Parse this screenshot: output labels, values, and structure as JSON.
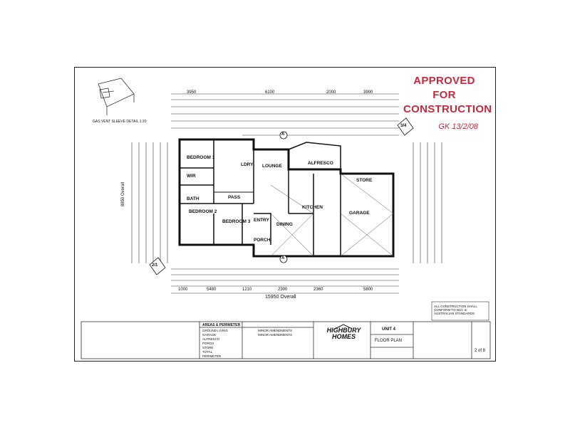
{
  "stamp": {
    "line1": "APPROVED FOR",
    "line2": "CONSTRUCTION",
    "signature": "GK 13/2/08",
    "color": "#c8283a"
  },
  "detail_caption": "GAS VENT SLEEVE DETAIL 1:20",
  "rooms": {
    "bed1": "BEDROOM 1",
    "bed2": "BEDROOM 2",
    "bed3": "BEDROOM 3",
    "lounge": "LOUNGE",
    "alfresco": "ALFRESCO",
    "store": "STORE",
    "garage": "GARAGE",
    "kitchen": "KITCHEN",
    "dining": "DINING",
    "entry": "ENTRY",
    "porch": "PORCH",
    "bath": "BATH",
    "pass": "PASS",
    "ldry": "LDRY",
    "wir": "WIR"
  },
  "dims": {
    "top1": "3950",
    "top2": "6100",
    "top3": "2000",
    "top4": "3900",
    "overall_v": "8850 Overall",
    "overall_h": "15950 Overall",
    "b1": "1000",
    "b2": "5480",
    "b3": "2360",
    "b4": "5800",
    "b5": "1210",
    "b6": "2300"
  },
  "section_markers": {
    "a": "A",
    "n34": "3/4",
    "n12": "2/1"
  },
  "notes_right": "ALL CONSTRUCTION SHALL CONFORM TO NCC & AUSTRALIAN STANDARDS",
  "title_block": {
    "brand1": "HIGHBURY",
    "brand2": "HOMES",
    "unit": "UNIT 4",
    "sheet_name": "FLOOR PLAN",
    "sheet_no": "2 of 8",
    "area_title": "AREAS & PERIMETER",
    "areas": [
      "GROUND LIVING",
      "GARAGE",
      "ALFRESCO",
      "PORCH",
      "STORE",
      "TOTAL",
      "PERIMETER"
    ],
    "revisions": [
      "MINOR AMENDMENTS",
      "MINOR AMENDMENTS"
    ]
  }
}
